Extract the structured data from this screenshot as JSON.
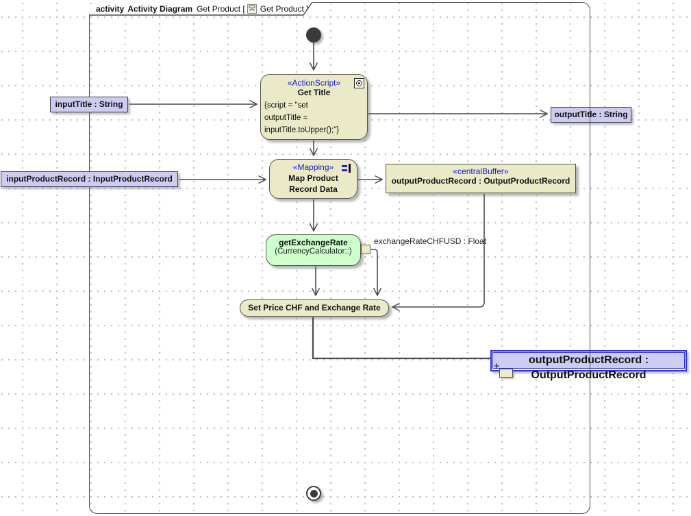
{
  "colors": {
    "node_fill": "#EAEAC9",
    "node_border": "#55553F",
    "green_fill": "#CCFFCC",
    "param_fill": "#CCCCF0",
    "param_border": "#3C3C55",
    "selection_blue": "#2E2EDC",
    "stereotype": "#1A1ACC",
    "edge": "#4A4A4A",
    "frame_border": "#4A4A4A"
  },
  "frame": {
    "keyword": "activity",
    "name": "Activity Diagram",
    "context": "Get Product [",
    "context_close": "Get Product ]",
    "icon": "activity-diagram-icon"
  },
  "nodes": {
    "get_title": {
      "stereotype": "«ActionScript»",
      "name": "Get Title",
      "script_lines": [
        "{script = \"set",
        "outputTitle =",
        "inputTitle.toUpper();\"}"
      ],
      "icon": "behavior-icon"
    },
    "map_product": {
      "stereotype": "«Mapping»",
      "name": "Map Product Record Data",
      "icon": "mapping-icon"
    },
    "central_buffer": {
      "stereotype": "«centralBuffer»",
      "name": "outputProductRecord : OutputProductRecord"
    },
    "get_exchange_rate": {
      "name": "getExchangeRate",
      "qualifier": "(CurrencyCalculator::)",
      "pin_label": "exchangeRateCHFUSD : Float"
    },
    "set_price": {
      "name": "Set Price CHF and Exchange Rate"
    }
  },
  "parameters": {
    "input_title": "inputTitle : String",
    "output_title": "outputTitle : String",
    "input_product_record": "inputProductRecord : InputProductRecord",
    "output_product_record": "outputProductRecord : OutputProductRecord"
  },
  "edges": [
    {
      "from": "initial-node",
      "to": "get-title"
    },
    {
      "from": "input-title-parameter",
      "to": "get-title"
    },
    {
      "from": "get-title",
      "to": "output-title-parameter"
    },
    {
      "from": "get-title",
      "to": "map-product-record-data"
    },
    {
      "from": "input-product-record-parameter",
      "to": "map-product-record-data"
    },
    {
      "from": "map-product-record-data",
      "to": "central-buffer"
    },
    {
      "from": "map-product-record-data",
      "to": "get-exchange-rate"
    },
    {
      "from": "get-exchange-rate",
      "to": "set-price"
    },
    {
      "from": "exchange-rate-pin",
      "to": "set-price"
    },
    {
      "from": "central-buffer",
      "to": "set-price"
    },
    {
      "from": "set-price",
      "to": "output-product-record-parameter"
    }
  ]
}
